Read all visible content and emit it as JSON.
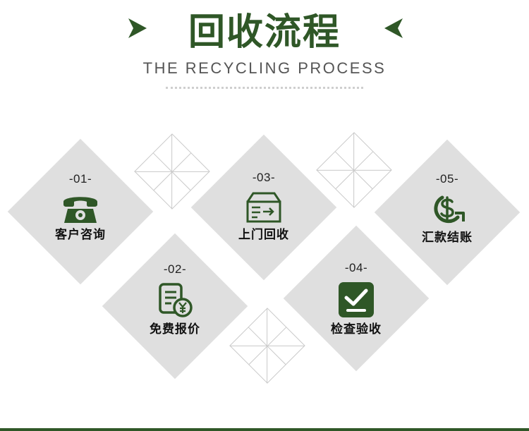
{
  "header": {
    "title": "回收流程",
    "subtitle": "THE RECYCLING PROCESS"
  },
  "steps": [
    {
      "number": "-01-",
      "label": "客户咨询",
      "icon": "telephone-icon"
    },
    {
      "number": "-02-",
      "label": "免费报价",
      "icon": "quote-document-yen-icon"
    },
    {
      "number": "-03-",
      "label": "上门回收",
      "icon": "delivery-box-icon"
    },
    {
      "number": "-04-",
      "label": "检查验收",
      "icon": "checkmark-icon"
    },
    {
      "number": "-05-",
      "label": "汇款结账",
      "icon": "dollar-refresh-icon"
    }
  ],
  "colors": {
    "accent": "#2f5727",
    "diamond": "#dfdfdf"
  }
}
